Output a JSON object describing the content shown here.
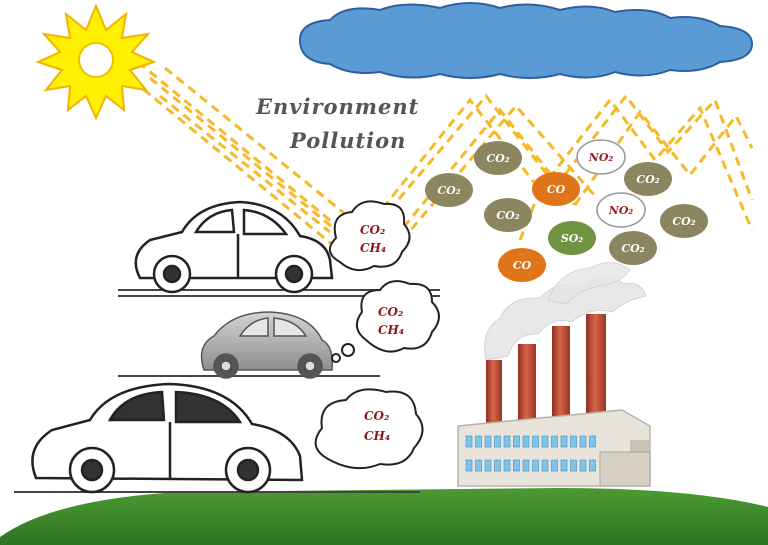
{
  "title": {
    "line1": "Environment",
    "line2": "Pollution"
  },
  "labels": {
    "co2": "CO₂",
    "ch4": "CH₄",
    "co": "CO",
    "no2": "NO₂",
    "so2": "SO₂"
  },
  "colors": {
    "sun": "#ffef00",
    "sun_stroke": "#f0b400",
    "rays": "#f5b928",
    "cloud": "#5b9bd5",
    "cloud_stroke": "#2e5f9e",
    "co2_bubble": "#8c8660",
    "co_bubble": "#e07418",
    "so2_bubble": "#6f9340",
    "no2_bubble": "#ffffff",
    "ground": "#3f8b2c",
    "chimney": "#c0503a",
    "factory": "#e8e4dc",
    "window": "#7fc3e8"
  },
  "icons": [
    "sun-icon",
    "cloud-icon",
    "car-icon",
    "factory-icon",
    "exhaust-cloud-icon"
  ]
}
